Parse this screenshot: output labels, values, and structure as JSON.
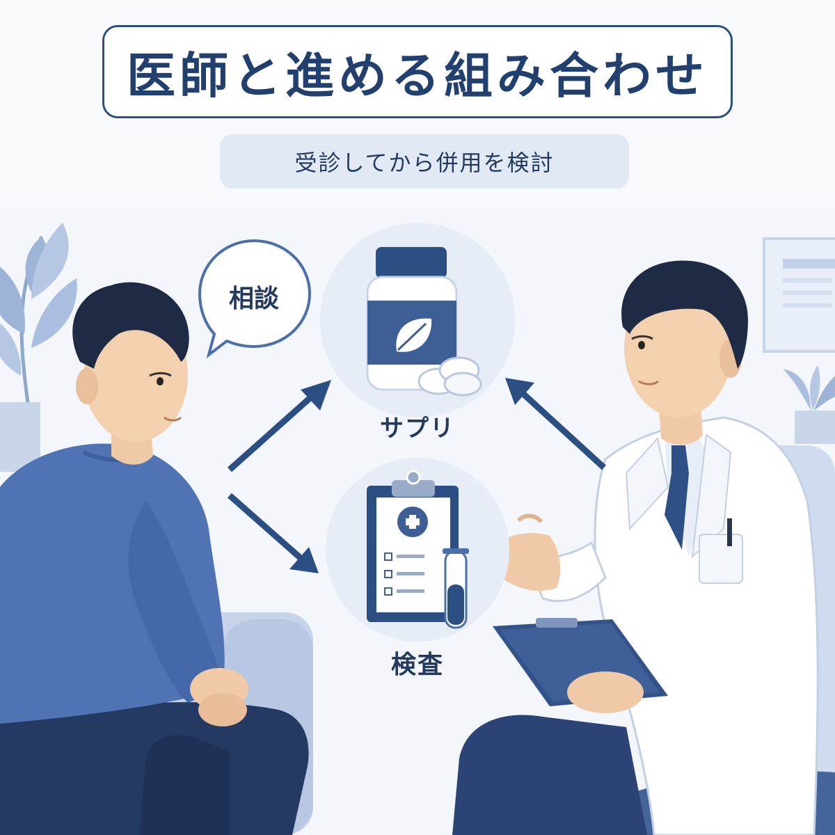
{
  "header": {
    "title": "医師と進める組み合わせ",
    "subtitle": "受診してから併用を検討"
  },
  "speech_bubble": {
    "text": "相談"
  },
  "items": {
    "supplement_label": "サプリ",
    "exam_label": "検査"
  },
  "icons": {
    "bubble": "speech-bubble-icon",
    "supplement": "supplement-bottle-icon",
    "exam": "clipboard-medical-icon",
    "test_tube": "test-tube-icon",
    "leaf": "leaf-icon"
  },
  "colors": {
    "primary": "#2c4f83",
    "accent_blue": "#4a6fab",
    "light_blue": "#e1e9f5",
    "background": "#f7f9fd"
  }
}
